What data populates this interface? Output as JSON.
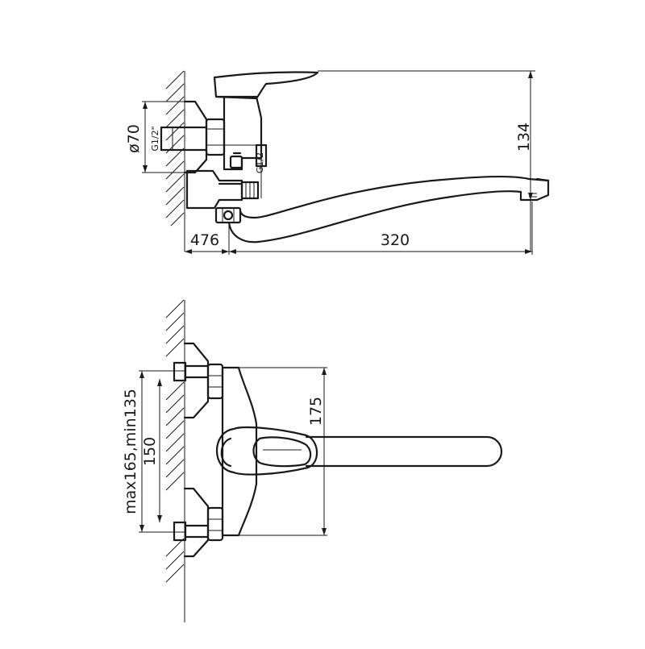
{
  "top_view": {
    "dim_height": "134",
    "dim_diameter": "ø70",
    "dim_thread_left": "G1/2\"",
    "dim_thread_right": "G1/2",
    "dim_offset": "476",
    "dim_spout_length": "320"
  },
  "front_view": {
    "dim_range": "max165,min135",
    "dim_center": "150",
    "dim_body": "175"
  }
}
